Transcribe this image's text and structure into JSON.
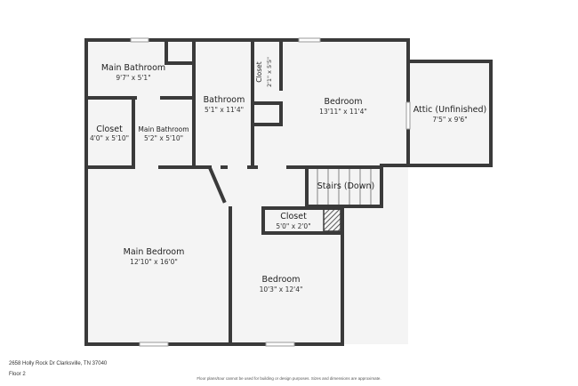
{
  "rooms": {
    "main_bath_top": {
      "name": "Main Bathroom",
      "dims": "9'7\" x 5'1\""
    },
    "closet_left": {
      "name": "Closet",
      "dims": "4'0\" x 5'10\""
    },
    "main_bath_inner": {
      "name": "Main Bathroom",
      "dims": "5'2\" x 5'10\""
    },
    "bathroom": {
      "name": "Bathroom",
      "dims": "5'1\" x 11'4\""
    },
    "closet_small": {
      "name": "Closet",
      "dims": "2'1\" x 5'5\""
    },
    "bedroom_top": {
      "name": "Bedroom",
      "dims": "13'11\" x 11'4\""
    },
    "attic": {
      "name": "Attic (Unfinished)",
      "dims": "7'5\" x 9'6\""
    },
    "stairs": {
      "name": "Stairs (Down)"
    },
    "closet_mid": {
      "name": "Closet",
      "dims": "5'0\" x 2'0\""
    },
    "main_bedroom": {
      "name": "Main Bedroom",
      "dims": "12'10\" x 16'0\""
    },
    "bedroom_bottom": {
      "name": "Bedroom",
      "dims": "10'3\" x 12'4\""
    }
  },
  "footer": {
    "address": "2658 Holly Rock Dr Clarksville, TN 37040",
    "floor": "Floor 2",
    "disclaimer": "Floor plans/tour cannot be used for building or design purposes. Sizes and dimensions are approximate."
  },
  "colors": {
    "wall": "#3a3a3a",
    "floor": "#f4f4f4",
    "background": "#ffffff"
  }
}
